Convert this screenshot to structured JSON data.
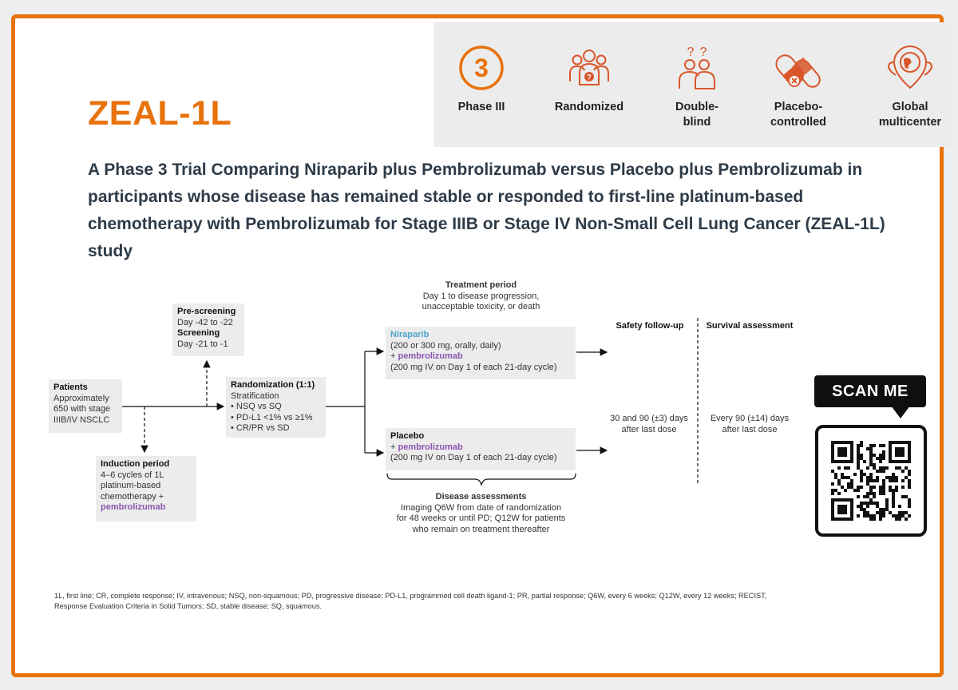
{
  "header": {
    "title": "ZEAL-1L",
    "subtitle": "A Phase 3 Trial Comparing Niraparib plus Pembrolizumab versus Placebo plus Pembrolizumab in participants whose disease has remained stable or responded to first-line platinum-based chemotherapy with Pembrolizumab for Stage IIIB or Stage IV Non-Small Cell Lung Cancer (ZEAL-1L) study"
  },
  "features": [
    {
      "label": "Phase III",
      "icon": "number-3-circle-icon",
      "icon_text": "3"
    },
    {
      "label": "Randomized",
      "icon": "group-people-icon",
      "icon_text": ""
    },
    {
      "label": "Double-\nblind",
      "icon": "question-people-icon",
      "icon_text": ""
    },
    {
      "label": "Placebo-\ncontrolled",
      "icon": "pill-capsule-icon",
      "icon_text": ""
    },
    {
      "label": "Global\nmulticenter",
      "icon": "location-pin-icon",
      "icon_text": ""
    }
  ],
  "diagram": {
    "patients": {
      "title": "Patients",
      "text": "Approximately 650 with stage IIIB/IV NSCLC"
    },
    "prescreening": {
      "title1": "Pre-screening",
      "line1": "Day -42 to -22",
      "title2": "Screening",
      "line2": "Day -21 to -1"
    },
    "induction": {
      "title": "Induction period",
      "text": "4–6 cycles of 1L platinum-based chemotherapy +",
      "drug": "pembrolizumab"
    },
    "randomization": {
      "title": "Randomization (1:1)",
      "sub": "Stratification",
      "items": [
        "• NSQ vs SQ",
        "• PD-L1 <1% vs ≥1%",
        "• CR/PR vs SD"
      ]
    },
    "treatment_period": {
      "title": "Treatment period",
      "text1": "Day 1 to disease progression,",
      "text2": "unacceptable toxicity, or death"
    },
    "arm_a": {
      "drug": "Niraparib",
      "dose": "(200 or 300 mg, orally, daily)",
      "plus": "+ ",
      "drug2": "pembrolizumab",
      "dose2": "(200 mg IV on Day 1 of each 21-day cycle)"
    },
    "arm_b": {
      "drug": "Placebo",
      "plus": "+ ",
      "drug2": "pembrolizumab",
      "dose2": "(200 mg IV on Day 1 of each 21-day cycle)"
    },
    "safety": {
      "title": "Safety follow-up",
      "text1": "30 and 90 (±3) days",
      "text2": "after last dose"
    },
    "survival": {
      "title": "Survival assessment",
      "text1": "Every 90 (±14) days",
      "text2": "after last dose"
    },
    "disease": {
      "title": "Disease assessments",
      "text1": "Imaging Q6W from date of randomization",
      "text2": "for 48 weeks or until PD; Q12W for patients",
      "text3": "who remain on treatment thereafter"
    }
  },
  "scan": {
    "label": "SCAN ME",
    "icon": "qr-code-icon"
  },
  "footnote": "1L, first line; CR, complete response; IV, intravenous; NSQ, non-squamous; PD, progressive disease; PD-L1, programmed cell death ligand-1; PR, partial response; Q6W, every 6 weeks; Q12W, every 12 weeks; RECIST, Response Evaluation Criteria in Solid Tumors; SD, stable disease; SQ, squamous.",
  "colors": {
    "accent": "#e8720c",
    "niraparib": "#4aa3c8",
    "pembrolizumab": "#8a55b0",
    "title_text": "#2e3b48"
  }
}
